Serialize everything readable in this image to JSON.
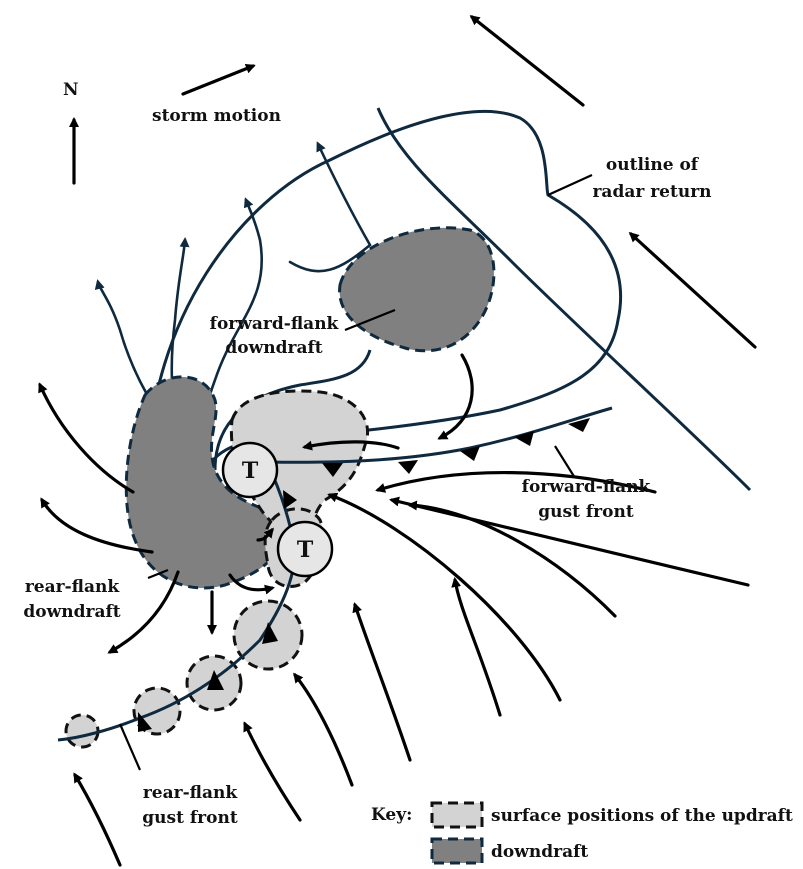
{
  "north": {
    "label": "N"
  },
  "labels": {
    "storm_motion": "storm motion",
    "radar_outline": [
      "outline of",
      "radar return"
    ],
    "forward_flank_downdraft": [
      "forward-flank",
      "downdraft"
    ],
    "forward_flank_gust_front": [
      "forward-flank",
      "gust front"
    ],
    "rear_flank_downdraft": [
      "rear-flank",
      "downdraft"
    ],
    "rear_flank_gust_front": [
      "rear-flank",
      "gust front"
    ],
    "tornado_markers": [
      "T",
      "T"
    ]
  },
  "key": {
    "title": "Key:",
    "items": [
      {
        "label": "surface positions of the updraft",
        "fill": "#d3d3d3"
      },
      {
        "label": "downdraft",
        "fill": "#808080"
      }
    ]
  },
  "colors": {
    "downdraft": "#808080",
    "updraft": "#d3d3d3",
    "outline": "#0f2a3f",
    "arrows": "#000000"
  }
}
